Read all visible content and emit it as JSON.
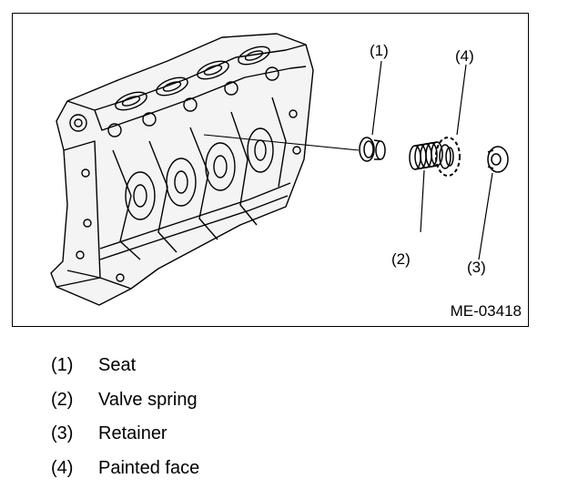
{
  "figure": {
    "id": "ME-03418",
    "callouts": [
      {
        "num": "(1)"
      },
      {
        "num": "(4)"
      },
      {
        "num": "(2)"
      },
      {
        "num": "(3)"
      }
    ]
  },
  "legend": [
    {
      "num": "(1)",
      "label": "Seat"
    },
    {
      "num": "(2)",
      "label": "Valve spring"
    },
    {
      "num": "(3)",
      "label": "Retainer"
    },
    {
      "num": "(4)",
      "label": "Painted face"
    }
  ]
}
